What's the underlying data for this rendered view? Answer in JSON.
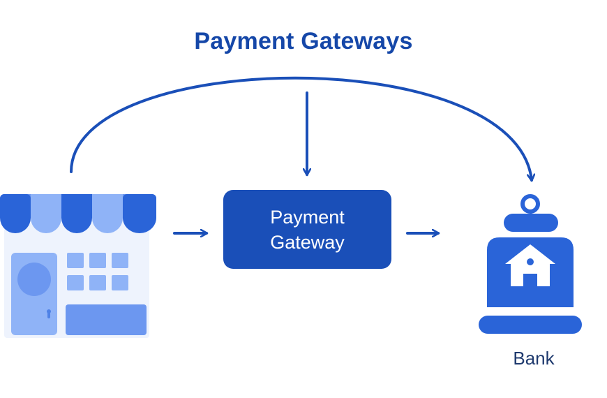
{
  "diagram": {
    "title": "Payment Gateways",
    "nodes": {
      "store": {
        "label": ""
      },
      "gateway": {
        "line1": "Payment",
        "line2": "Gateway"
      },
      "bank": {
        "label": "Bank"
      }
    },
    "edges": [
      {
        "from": "store",
        "to": "gateway"
      },
      {
        "from": "gateway",
        "to": "bank"
      },
      {
        "from": "store",
        "to": "bank",
        "shape": "arc"
      },
      {
        "from": "arc",
        "to": "gateway"
      }
    ]
  },
  "colors": {
    "primary": "#1a4fb8",
    "title": "#1547a8",
    "store_light": "#8fb3f7",
    "store_mid": "#6c97f0",
    "store_dark": "#2a64d8",
    "store_bg": "#eef3fd",
    "bank": "#2a64d8",
    "bank_label": "#1f3a6e"
  },
  "icons": {
    "store": "storefront-icon",
    "bank": "bank-house-icon"
  }
}
